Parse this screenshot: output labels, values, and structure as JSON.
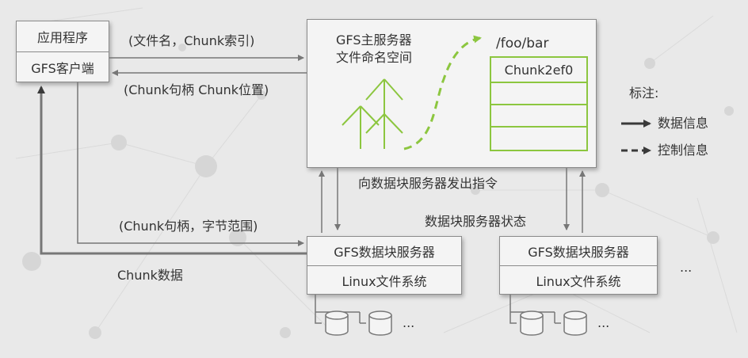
{
  "client": {
    "app_label": "应用程序",
    "client_label": "GFS客户端"
  },
  "master": {
    "title": "GFS主服务器",
    "subtitle": "文件命名空间",
    "path": "/foo/bar",
    "chunk_id": "Chunk2ef0"
  },
  "arrows": {
    "request": "(文件名，Chunk索引)",
    "reply": "(Chunk句柄 Chunk位置)",
    "instructions": "向数据块服务器发出指令",
    "state": "数据块服务器状态",
    "range_request": "(Chunk句柄，字节范围)",
    "chunk_data": "Chunk数据"
  },
  "chunkservers": [
    {
      "title": "GFS数据块服务器",
      "fs": "Linux文件系统"
    },
    {
      "title": "GFS数据块服务器",
      "fs": "Linux文件系统"
    }
  ],
  "ellipsis": "...",
  "legend": {
    "title": "标注:",
    "data_flow": "数据信息",
    "control_flow": "控制信息"
  },
  "colors": {
    "background": "#e9e9e9",
    "box_fill": "#f4f4f4",
    "border": "#8a8a8a",
    "arrow": "#777777",
    "accent_green": "#8cc63f"
  }
}
